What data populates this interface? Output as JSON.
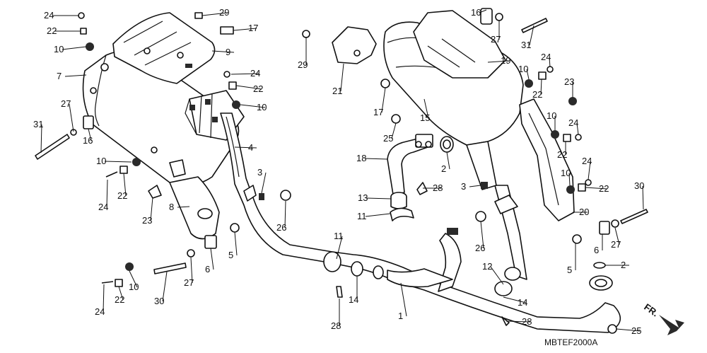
{
  "diagram": {
    "code": "MBTEF2000A",
    "front_marker": "FR.",
    "callouts": [
      {
        "id": "c24a",
        "label": "24"
      },
      {
        "id": "c22a",
        "label": "22"
      },
      {
        "id": "c10a",
        "label": "10"
      },
      {
        "id": "c7",
        "label": "7"
      },
      {
        "id": "c27a",
        "label": "27"
      },
      {
        "id": "c31a",
        "label": "31"
      },
      {
        "id": "c16a",
        "label": "16"
      },
      {
        "id": "c10b",
        "label": "10"
      },
      {
        "id": "c24b",
        "label": "24"
      },
      {
        "id": "c22b",
        "label": "22"
      },
      {
        "id": "c23a",
        "label": "23"
      },
      {
        "id": "c8",
        "label": "8"
      },
      {
        "id": "c29a",
        "label": "29"
      },
      {
        "id": "c17a",
        "label": "17"
      },
      {
        "id": "c9",
        "label": "9"
      },
      {
        "id": "c24c",
        "label": "24"
      },
      {
        "id": "c22c",
        "label": "22"
      },
      {
        "id": "c10c",
        "label": "10"
      },
      {
        "id": "c4",
        "label": "4"
      },
      {
        "id": "c3a",
        "label": "3"
      },
      {
        "id": "c26a",
        "label": "26"
      },
      {
        "id": "c5a",
        "label": "5"
      },
      {
        "id": "c6a",
        "label": "6"
      },
      {
        "id": "c27b",
        "label": "27"
      },
      {
        "id": "c30a",
        "label": "30"
      },
      {
        "id": "c10d",
        "label": "10"
      },
      {
        "id": "c22d",
        "label": "22"
      },
      {
        "id": "c24d",
        "label": "24"
      },
      {
        "id": "c11a",
        "label": "11"
      },
      {
        "id": "c14a",
        "label": "14"
      },
      {
        "id": "c28a",
        "label": "28"
      },
      {
        "id": "c1",
        "label": "1"
      },
      {
        "id": "c29b",
        "label": "29"
      },
      {
        "id": "c21",
        "label": "21"
      },
      {
        "id": "c17b",
        "label": "17"
      },
      {
        "id": "c15",
        "label": "15"
      },
      {
        "id": "c25a",
        "label": "25"
      },
      {
        "id": "c18",
        "label": "18"
      },
      {
        "id": "c2a",
        "label": "2"
      },
      {
        "id": "c13",
        "label": "13"
      },
      {
        "id": "c28b",
        "label": "28"
      },
      {
        "id": "c11b",
        "label": "11"
      },
      {
        "id": "c3b",
        "label": "3"
      },
      {
        "id": "c16b",
        "label": "16"
      },
      {
        "id": "c27c",
        "label": "27"
      },
      {
        "id": "c31b",
        "label": "31"
      },
      {
        "id": "c19",
        "label": "19"
      },
      {
        "id": "c24e",
        "label": "24"
      },
      {
        "id": "c10e",
        "label": "10"
      },
      {
        "id": "c22e",
        "label": "22"
      },
      {
        "id": "c23b",
        "label": "23"
      },
      {
        "id": "c10f",
        "label": "10"
      },
      {
        "id": "c24f",
        "label": "24"
      },
      {
        "id": "c22f",
        "label": "22"
      },
      {
        "id": "c24g",
        "label": "24"
      },
      {
        "id": "c10g",
        "label": "10"
      },
      {
        "id": "c22g",
        "label": "22"
      },
      {
        "id": "c30b",
        "label": "30"
      },
      {
        "id": "c20",
        "label": "20"
      },
      {
        "id": "c26b",
        "label": "26"
      },
      {
        "id": "c5b",
        "label": "5"
      },
      {
        "id": "c6b",
        "label": "6"
      },
      {
        "id": "c27d",
        "label": "27"
      },
      {
        "id": "c2b",
        "label": "2"
      },
      {
        "id": "c12",
        "label": "12"
      },
      {
        "id": "c14b",
        "label": "14"
      },
      {
        "id": "c28c",
        "label": "28"
      },
      {
        "id": "c25b",
        "label": "25"
      }
    ]
  }
}
